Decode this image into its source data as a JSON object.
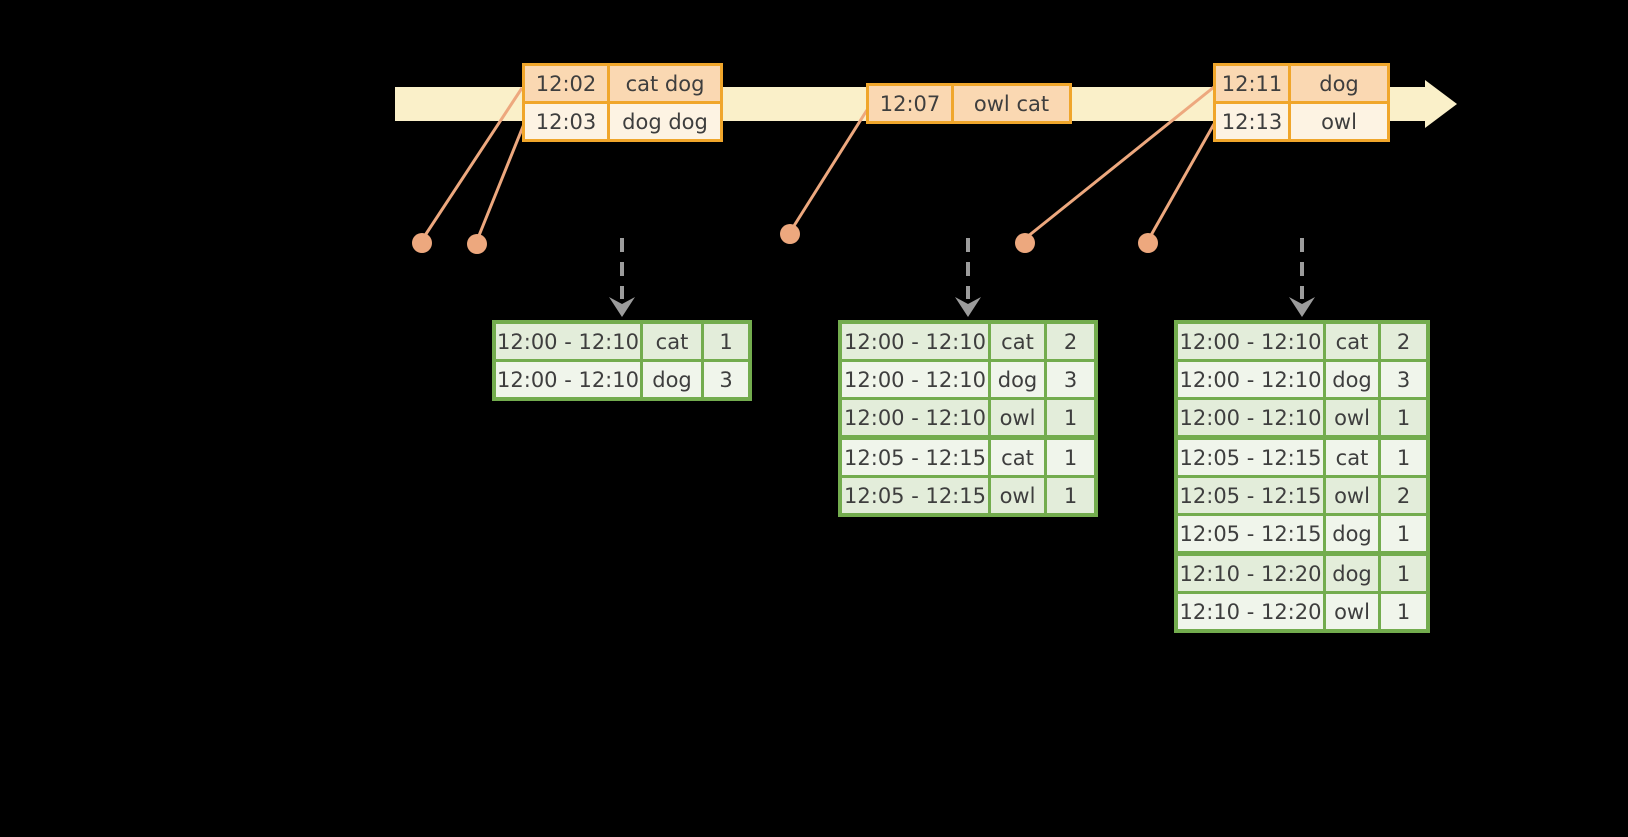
{
  "colors": {
    "background": "#000000",
    "timeline_band": "#FAF0C9",
    "orange_border": "#F0A62B",
    "orange_row_dark": "#FAD8B2",
    "orange_row_light": "#FDF3E3",
    "connector_salmon": "#EDA87E",
    "green_border": "#73AC4E",
    "green_row_dark": "#E3EDDA",
    "green_row_light": "#F0F5EB",
    "arrow_gray": "#9C9C9C",
    "text": "#3E3E3E"
  },
  "input_tables": [
    {
      "rows": [
        [
          "12:02",
          "cat dog"
        ],
        [
          "12:03",
          "dog dog"
        ]
      ]
    },
    {
      "rows": [
        [
          "12:07",
          "owl cat"
        ]
      ]
    },
    {
      "rows": [
        [
          "12:11",
          "dog"
        ],
        [
          "12:13",
          "owl"
        ]
      ]
    }
  ],
  "result_tables": [
    {
      "rows": [
        [
          "12:00 - 12:10",
          "cat",
          "1"
        ],
        [
          "12:00 - 12:10",
          "dog",
          "3"
        ]
      ],
      "group_breaks": []
    },
    {
      "rows": [
        [
          "12:00 - 12:10",
          "cat",
          "2"
        ],
        [
          "12:00 - 12:10",
          "dog",
          "3"
        ],
        [
          "12:00 - 12:10",
          "owl",
          "1"
        ],
        [
          "12:05 - 12:15",
          "cat",
          "1"
        ],
        [
          "12:05 - 12:15",
          "owl",
          "1"
        ]
      ],
      "group_breaks": [
        3
      ]
    },
    {
      "rows": [
        [
          "12:00 - 12:10",
          "cat",
          "2"
        ],
        [
          "12:00 - 12:10",
          "dog",
          "3"
        ],
        [
          "12:00 - 12:10",
          "owl",
          "1"
        ],
        [
          "12:05 - 12:15",
          "cat",
          "1"
        ],
        [
          "12:05 - 12:15",
          "owl",
          "2"
        ],
        [
          "12:05 - 12:15",
          "dog",
          "1"
        ],
        [
          "12:10 - 12:20",
          "dog",
          "1"
        ],
        [
          "12:10 - 12:20",
          "owl",
          "1"
        ]
      ],
      "group_breaks": [
        3,
        6
      ]
    }
  ]
}
